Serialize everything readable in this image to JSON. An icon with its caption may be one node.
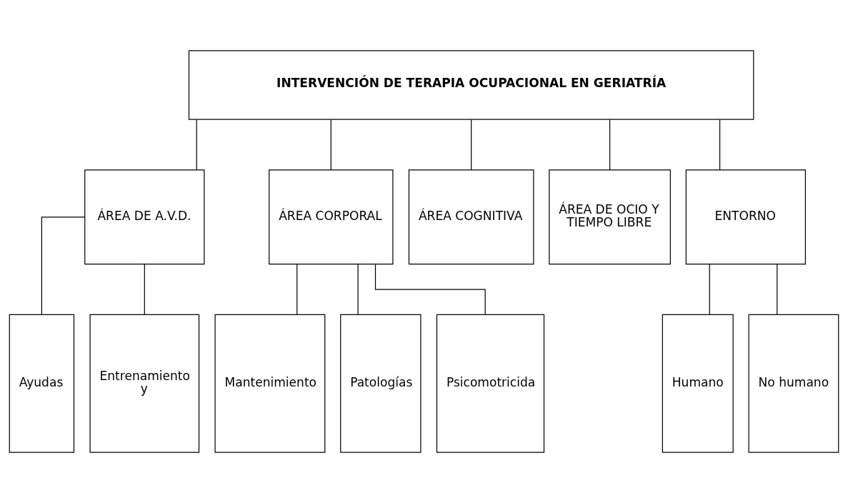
{
  "diagram": {
    "nodes": [
      {
        "text": [
          "INTERVENCIÓN DE TERAPIA OCUPACIONAL EN GERIATRÍA"
        ]
      },
      {
        "text": [
          "ÁREA DE A.V.D."
        ]
      },
      {
        "text": [
          "ÁREA CORPORAL"
        ]
      },
      {
        "text": [
          "ÁREA COGNITIVA"
        ]
      },
      {
        "text": [
          "ÁREA DE OCIO Y TIEMPO LIBRE"
        ]
      },
      {
        "text": [
          "ENTORNO"
        ]
      },
      {
        "text": [
          "Ayudas"
        ]
      },
      {
        "text": [
          "Entrenamiento y"
        ]
      },
      {
        "text": [
          "Mantenimiento"
        ]
      },
      {
        "text": [
          "Patologías"
        ]
      },
      {
        "text": [
          "Psicomotricida"
        ]
      },
      {
        "text": [
          "Humano"
        ]
      },
      {
        "text": [
          "No humano"
        ]
      }
    ],
    "edges": [
      {
        "from": 0,
        "to": 1,
        "arrow": "none"
      },
      {
        "from": 0,
        "to": 2,
        "arrow": "none"
      },
      {
        "from": 0,
        "to": 3,
        "arrow": "none"
      },
      {
        "from": 0,
        "to": 4,
        "arrow": "none"
      },
      {
        "from": 0,
        "to": 5,
        "arrow": "none"
      },
      {
        "from": 1,
        "to": 6,
        "arrow": "none"
      },
      {
        "from": 1,
        "to": 7,
        "arrow": "none"
      },
      {
        "from": 2,
        "to": 8,
        "arrow": "none"
      },
      {
        "from": 2,
        "to": 9,
        "arrow": "none"
      },
      {
        "from": 2,
        "to": 10,
        "arrow": "none"
      },
      {
        "from": 5,
        "to": 11,
        "arrow": "none"
      },
      {
        "from": 5,
        "to": 12,
        "arrow": "none"
      }
    ]
  }
}
